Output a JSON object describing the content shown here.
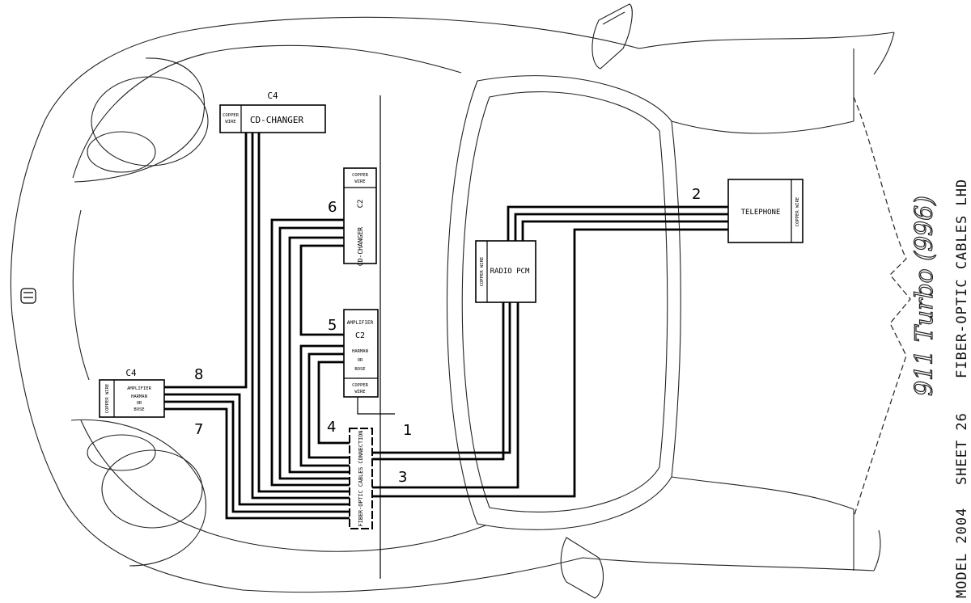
{
  "title": {
    "model": "MODEL 2004",
    "sheet": "SHEET 26",
    "subject": "FIBER-OPTIC CABLES LHD",
    "car": "911 Turbo (996)"
  },
  "components": {
    "cd_changer_front": {
      "connector": "C4",
      "name": "CD-CHANGER",
      "copper_line1": "COPPER",
      "copper_line2": "WIRE"
    },
    "cd_changer_center": {
      "connector": "C2",
      "name": "CD-CHANGER",
      "copper_line1": "COPPER",
      "copper_line2": "WIRE"
    },
    "amplifier_center": {
      "line1": "AMPLIFIER",
      "connector": "C2",
      "line2": "HARMAN",
      "line3": "OR",
      "line4": "BOSE",
      "copper_line1": "COPPER",
      "copper_line2": "WIRE"
    },
    "amplifier_front": {
      "connector": "C4",
      "line1": "AMPLIFIER",
      "line2": "HARMAN",
      "line3": "OR",
      "line4": "BOSE",
      "copper": "COPPER WIRE"
    },
    "radio": {
      "name": "RADIO PCM",
      "copper": "COPPER WIRE"
    },
    "telephone": {
      "name": "TELEPHONE",
      "copper": "COPPER WIRE"
    },
    "connection": {
      "name": "FIBER-OPTIC CABLES CONNECTION"
    }
  },
  "cable_numbers": [
    "1",
    "2",
    "3",
    "4",
    "5",
    "6",
    "7",
    "8"
  ]
}
